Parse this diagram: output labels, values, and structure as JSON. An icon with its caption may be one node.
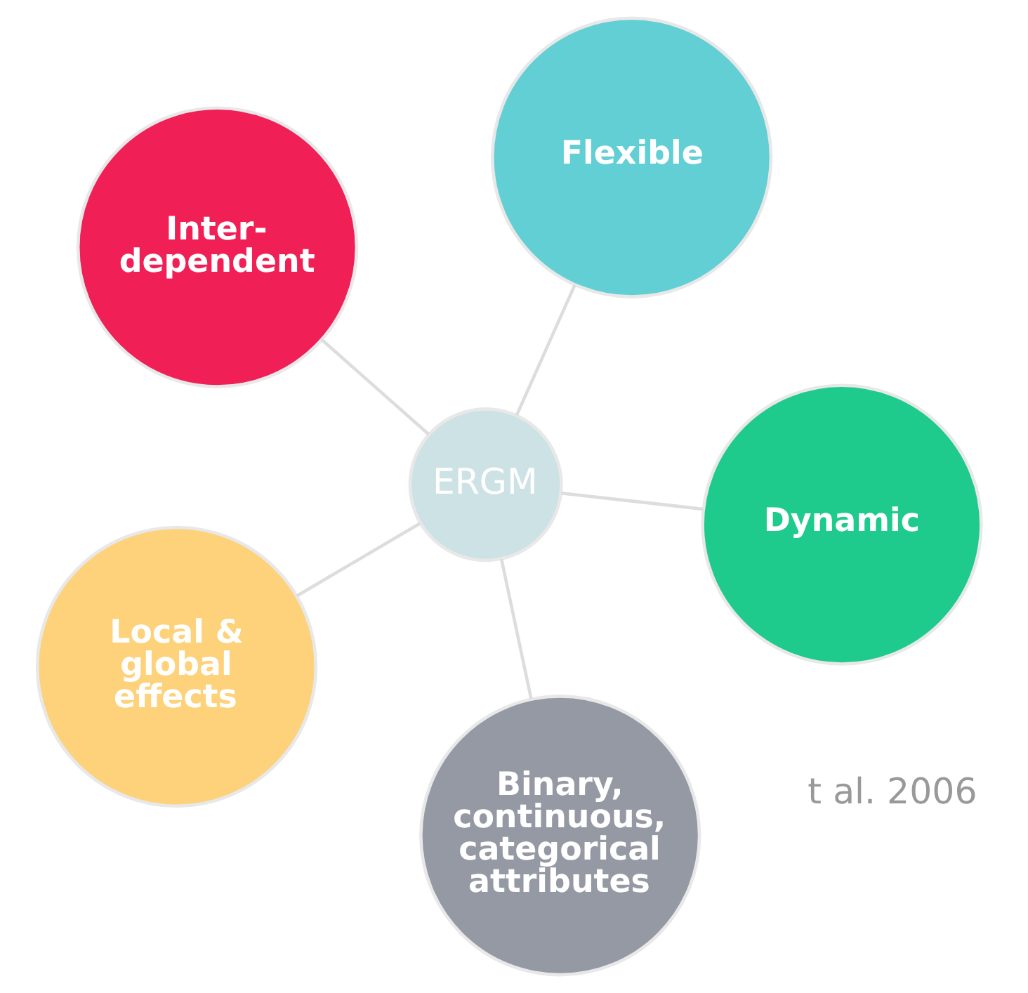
{
  "diagram": {
    "nodes": [
      {
        "text": [
          "Inter- dependent"
        ]
      },
      {
        "text": [
          "Dynamic"
        ]
      },
      {
        "text": [
          "Binary, continuous, categorical attributes"
        ]
      },
      {
        "text": [
          "ERGM"
        ]
      },
      {
        "text": [
          "Flexible"
        ]
      },
      {
        "text": [
          "Local & global effects"
        ]
      }
    ],
    "edges": [
      {
        "from": 3,
        "to": 0,
        "arrow": "none"
      },
      {
        "from": 3,
        "to": 1,
        "arrow": "none"
      },
      {
        "from": 3,
        "to": 2,
        "arrow": "none"
      },
      {
        "from": 3,
        "to": 4,
        "arrow": "none"
      },
      {
        "from": 3,
        "to": 5,
        "arrow": "none"
      }
    ],
    "labels": [
      "t al. 2006"
    ]
  }
}
